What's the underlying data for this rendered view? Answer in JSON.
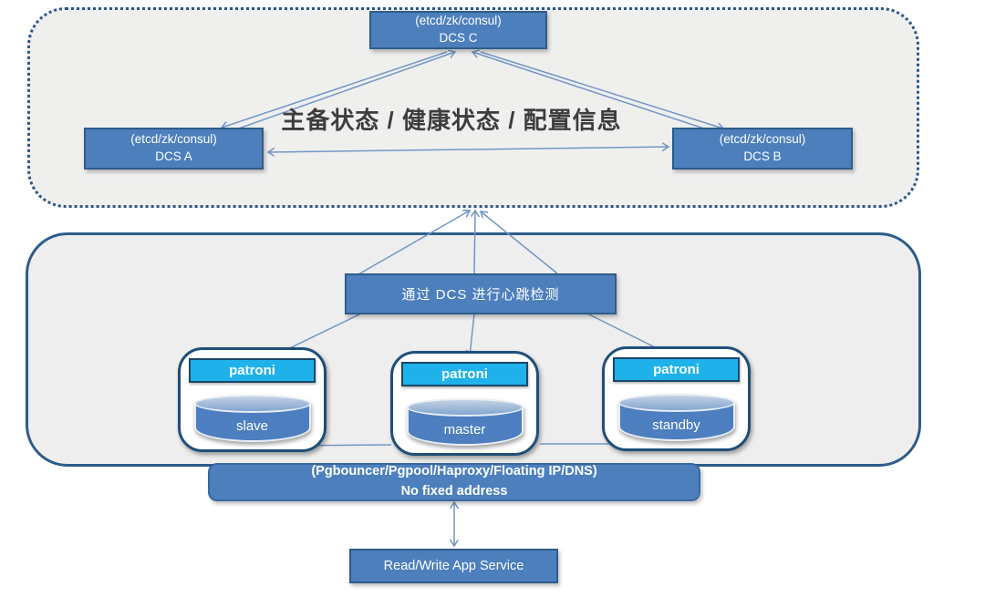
{
  "dcs": {
    "c": {
      "line1": "(etcd/zk/consul)",
      "line2": "DCS C"
    },
    "a": {
      "line1": "(etcd/zk/consul)",
      "line2": "DCS A"
    },
    "b": {
      "line1": "(etcd/zk/consul)",
      "line2": "DCS B"
    },
    "exchange_label": "主备状态 / 健康状态 / 配置信息"
  },
  "patroni": {
    "heartbeat_label": "通过 DCS 进行心跳检测",
    "nodes": [
      {
        "agent": "patroni",
        "role": "slave"
      },
      {
        "agent": "patroni",
        "role": "master"
      },
      {
        "agent": "patroni",
        "role": "standby"
      }
    ]
  },
  "access": {
    "line1": "(Pgbouncer/Pgpool/Haproxy/Floating IP/DNS)",
    "line2": "No fixed address"
  },
  "app": {
    "label": "Read/Write App Service"
  },
  "colors": {
    "box_blue": "#4d7fbd",
    "box_border": "#2e5c8a",
    "patroni_cyan": "#1fb2ea",
    "node_border": "#1f4e79",
    "container_fill": "#efefee",
    "wire_blue": "#7296c6",
    "title_text": "#3d3d3d"
  }
}
